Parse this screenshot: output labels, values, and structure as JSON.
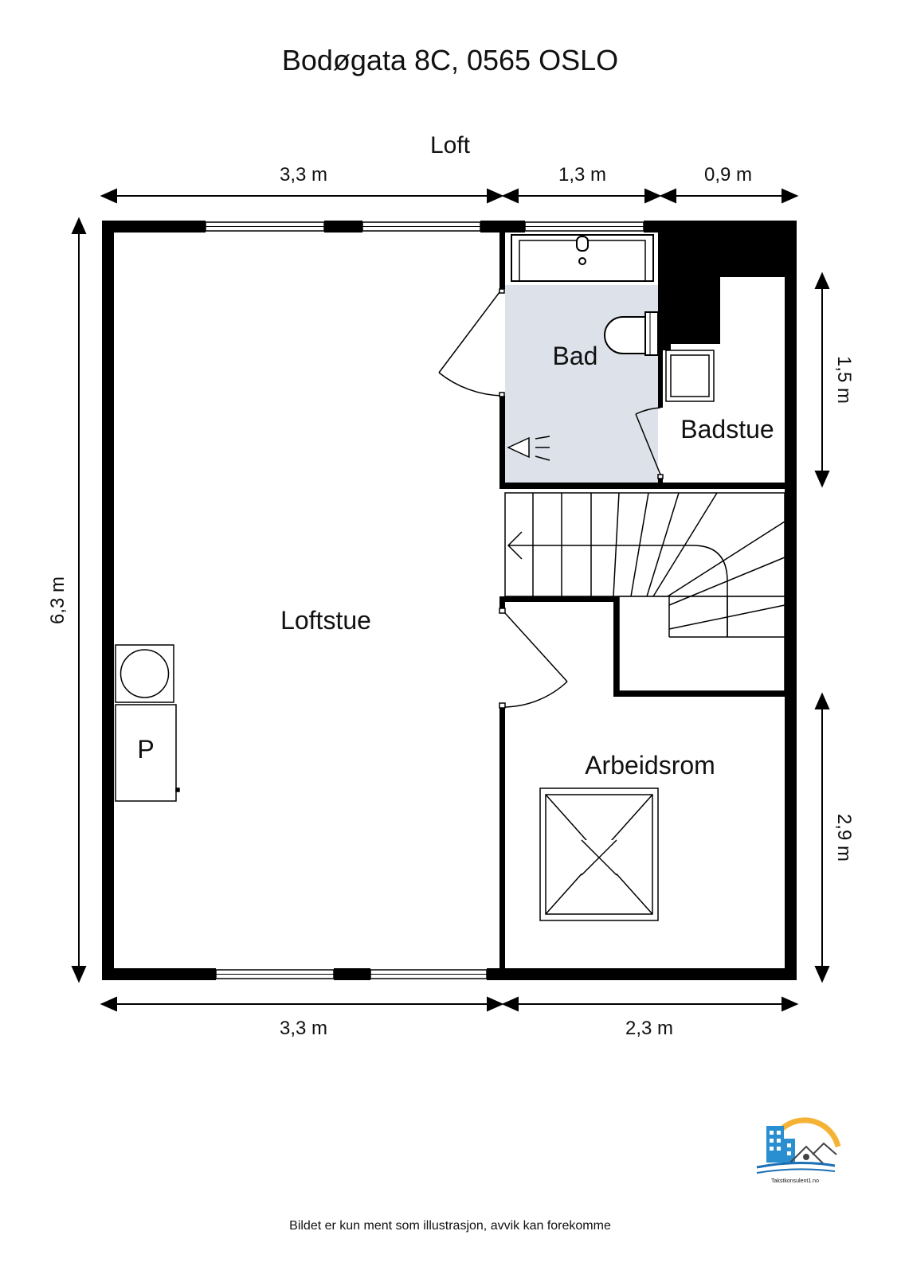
{
  "address": "Bodøgata 8C, 0565 OSLO",
  "floor": "Loft",
  "dimensions": {
    "top_left": "3,3 m",
    "top_mid": "1,3 m",
    "top_right": "0,9 m",
    "left_height": "6,3 m",
    "right_upper": "1,5 m",
    "right_lower": "2,9 m",
    "bottom_left": "3,3 m",
    "bottom_right": "2,3 m"
  },
  "rooms": {
    "bad": "Bad",
    "badstue": "Badstue",
    "loftstue": "Loftstue",
    "arbeidsrom": "Arbeidsrom"
  },
  "fixtures": {
    "panel": "P"
  },
  "logo": {
    "text": "Takstkonsulent1.no"
  },
  "disclaimer": "Bildet er kun ment som illustrasjon, avvik kan forekomme",
  "colors": {
    "wall": "#000000",
    "bathroom_fill": "#dde2ea",
    "logo_building": "#2a8fd0",
    "logo_sun": "#f5b335",
    "logo_wave": "#1a6fb5"
  }
}
